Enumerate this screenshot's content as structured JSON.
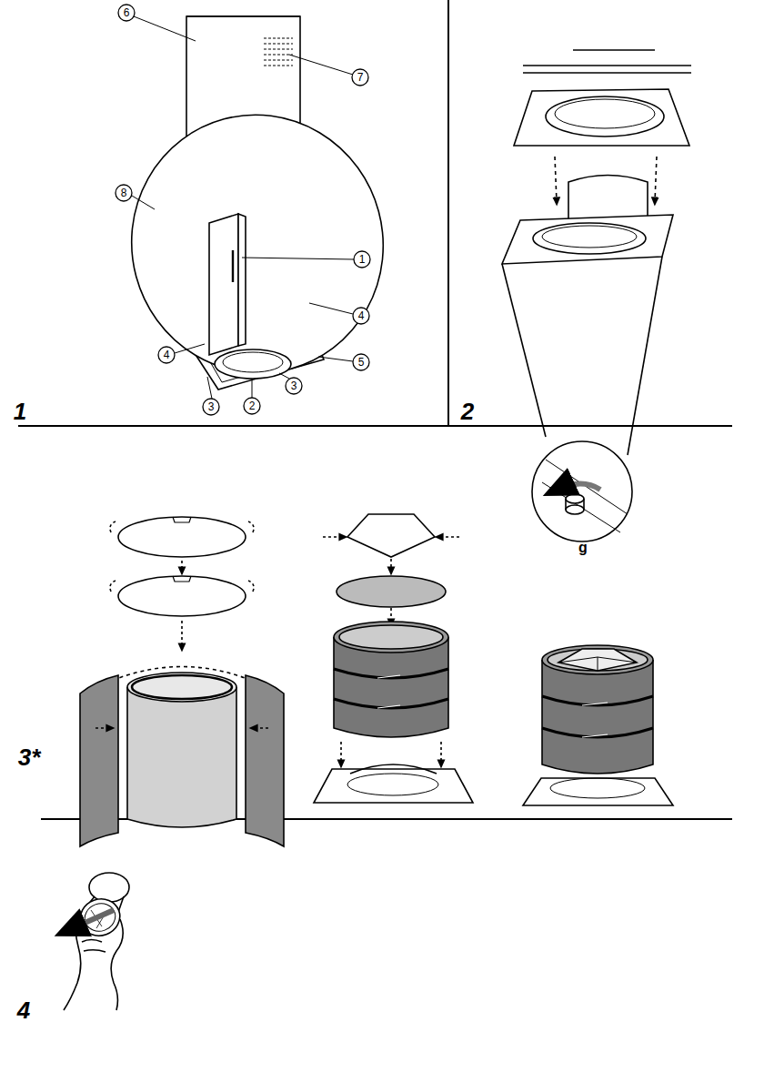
{
  "diagram": {
    "labels": [
      "6",
      "7",
      "8",
      "1",
      "4",
      "4",
      "5",
      "3",
      "2",
      "3",
      "1",
      "2",
      "g",
      "3*",
      "4"
    ]
  }
}
